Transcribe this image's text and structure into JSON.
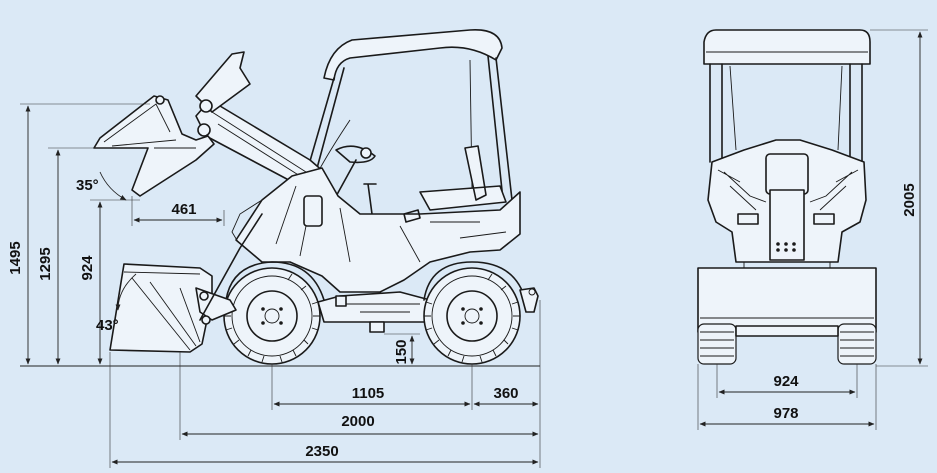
{
  "colors": {
    "background": "#dbe9f6",
    "line": "#1a1a1a",
    "body_fill": "#eef4fa"
  },
  "side_view": {
    "height_max": "1495",
    "height_pin": "1295",
    "height_dump": "924",
    "reach_dump": "461",
    "dump_angle": "35°",
    "rollback_angle": "43°",
    "ground_clearance": "150",
    "wheelbase": "1105",
    "rear_overhang": "360",
    "length_no_bucket": "2000",
    "length_total": "2350"
  },
  "front_view": {
    "height": "2005",
    "track_width": "924",
    "overall_width": "978"
  }
}
